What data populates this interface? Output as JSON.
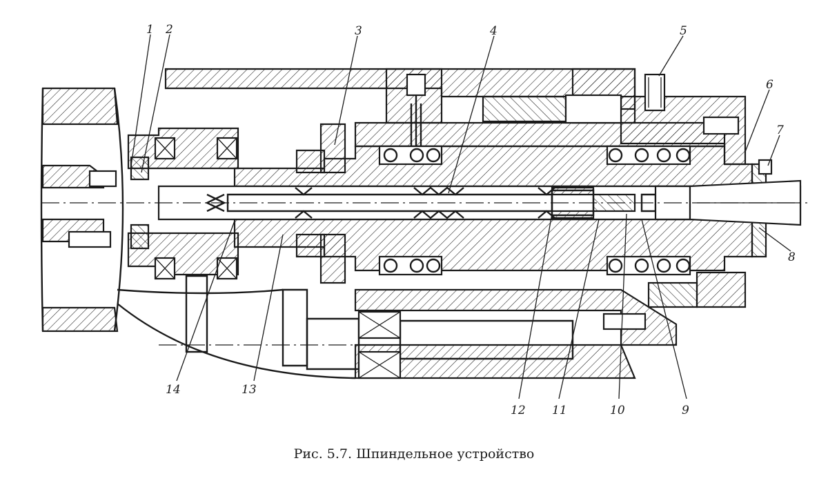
{
  "caption": "Рис. 5.7. Шпиндельное устройство",
  "callouts": [
    "1",
    "2",
    "3",
    "4",
    "5",
    "6",
    "7",
    "8",
    "9",
    "10",
    "11",
    "12",
    "13",
    "14"
  ],
  "ink_color": "#1a1a1a",
  "paper_color": "#ffffff"
}
